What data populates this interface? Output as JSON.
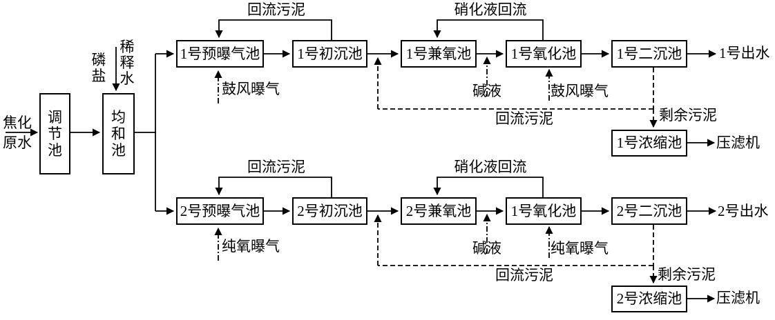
{
  "colors": {
    "ink": "#000000",
    "background": "#ffffff"
  },
  "influent": {
    "line1": "焦化",
    "line2": "原水"
  },
  "pretreatment": {
    "regulating_tank": "调节池",
    "equalization_tank": "均和池",
    "phosphate": "磷盐",
    "dilution_water": "稀释水"
  },
  "line1": {
    "pre_aeration_tank": "1号预曝气池",
    "primary_sed_tank": "1号初沉池",
    "facultative_tank": "1号兼氧池",
    "oxidation_tank": "1号氧化池",
    "secondary_sed_tank": "1号二沉池",
    "effluent": "1号出水",
    "sludge_return_top": "回流污泥",
    "nitrified_liquid_return": "硝化液回流",
    "pre_aeration_supply": "鼓风曝气",
    "alkali_feed": "碱液",
    "oxidation_aeration_supply": "鼓风曝气",
    "sludge_return_bottom": "回流污泥",
    "excess_sludge": "剩余污泥",
    "thickener": "1号浓缩池",
    "filter_press": "压滤机"
  },
  "line2": {
    "pre_aeration_tank": "2号预曝气池",
    "primary_sed_tank": "2号初沉池",
    "facultative_tank": "2号兼氧池",
    "oxidation_tank": "1号氧化池",
    "secondary_sed_tank": "2号二沉池",
    "effluent": "2号出水",
    "sludge_return_top": "回流污泥",
    "nitrified_liquid_return": "硝化液回流",
    "pre_aeration_supply": "纯氧曝气",
    "alkali_feed": "碱液",
    "oxidation_aeration_supply": "纯氧曝气",
    "sludge_return_bottom": "回流污泥",
    "excess_sludge": "剩余污泥",
    "thickener": "2号浓缩池",
    "filter_press": "压滤机"
  }
}
